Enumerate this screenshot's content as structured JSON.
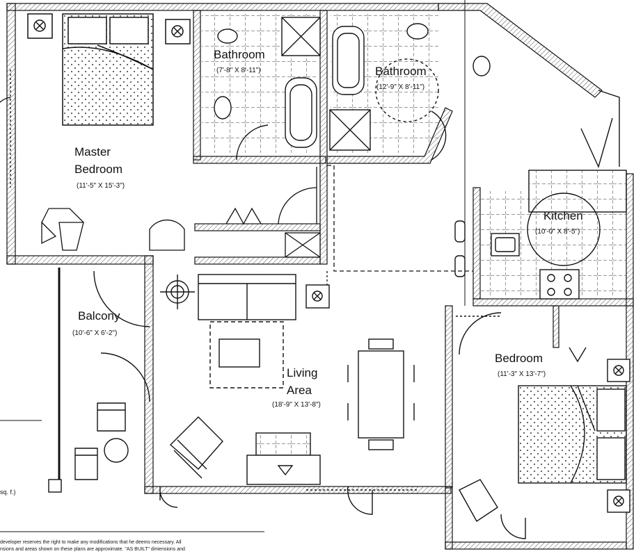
{
  "rooms": {
    "bath1": {
      "name": "Bathroom",
      "dims": "(7'-8\" X 8'-11\")"
    },
    "bath2": {
      "name": "Bathroom",
      "dims": "(12'-9\" X 8'-11\")"
    },
    "master": {
      "name1": "Master",
      "name2": "Bedroom",
      "dims": "(11'-5\" X 15'-3\")"
    },
    "kitchen": {
      "name": "Kitchen",
      "dims": "(10'-0\" X 8'-5\")"
    },
    "balcony": {
      "name": "Balcony",
      "dims": "(10'-6\" X 6'-2\")"
    },
    "living": {
      "name1": "Living",
      "name2": "Area",
      "dims": "(18'-9\" X 13'-8\")"
    },
    "bedroom": {
      "name": "Bedroom",
      "dims": "(11'-3\" X 13'-7\")"
    }
  },
  "area_fragment": "sq. f.)",
  "disclaimer": {
    "line1": "developer reserves the right to make any modifications that he deems necessary. All",
    "line2": "nsions and areas shown on these plans are approximate. \"AS BUILT\" dimensions and"
  }
}
